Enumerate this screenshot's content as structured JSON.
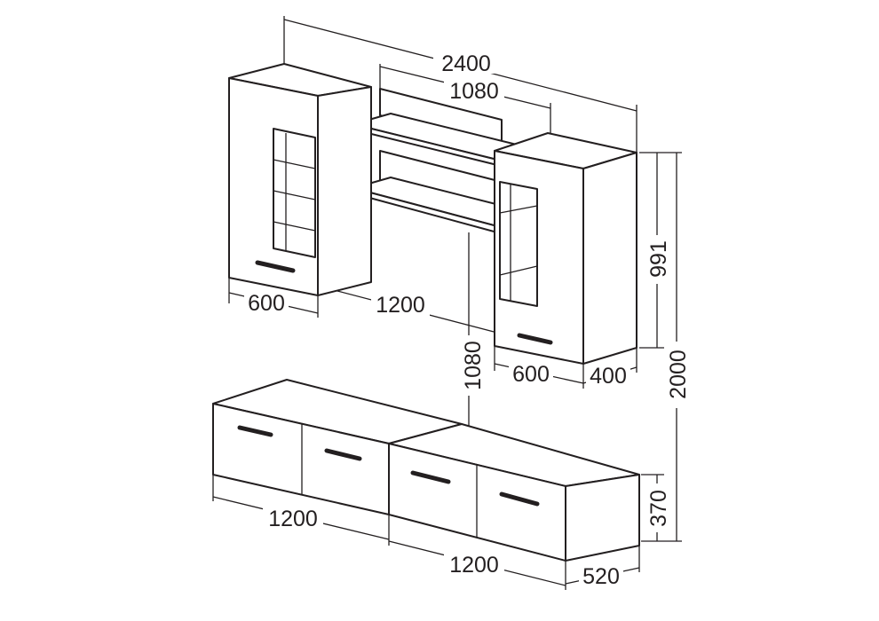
{
  "dimensions": {
    "total_width": "2400",
    "shelf_width": "1080",
    "left_cabinet_width": "600",
    "shelf_span": "1200",
    "shelf_height": "1080",
    "right_cabinet_width": "600",
    "right_cabinet_depth": "400",
    "cabinet_height": "991",
    "total_height": "2000",
    "tv_unit_left_width": "1200",
    "tv_unit_right_width": "1200",
    "tv_unit_depth": "520",
    "tv_unit_height": "370"
  },
  "colors": {
    "line": "#231f20",
    "background": "#ffffff"
  }
}
